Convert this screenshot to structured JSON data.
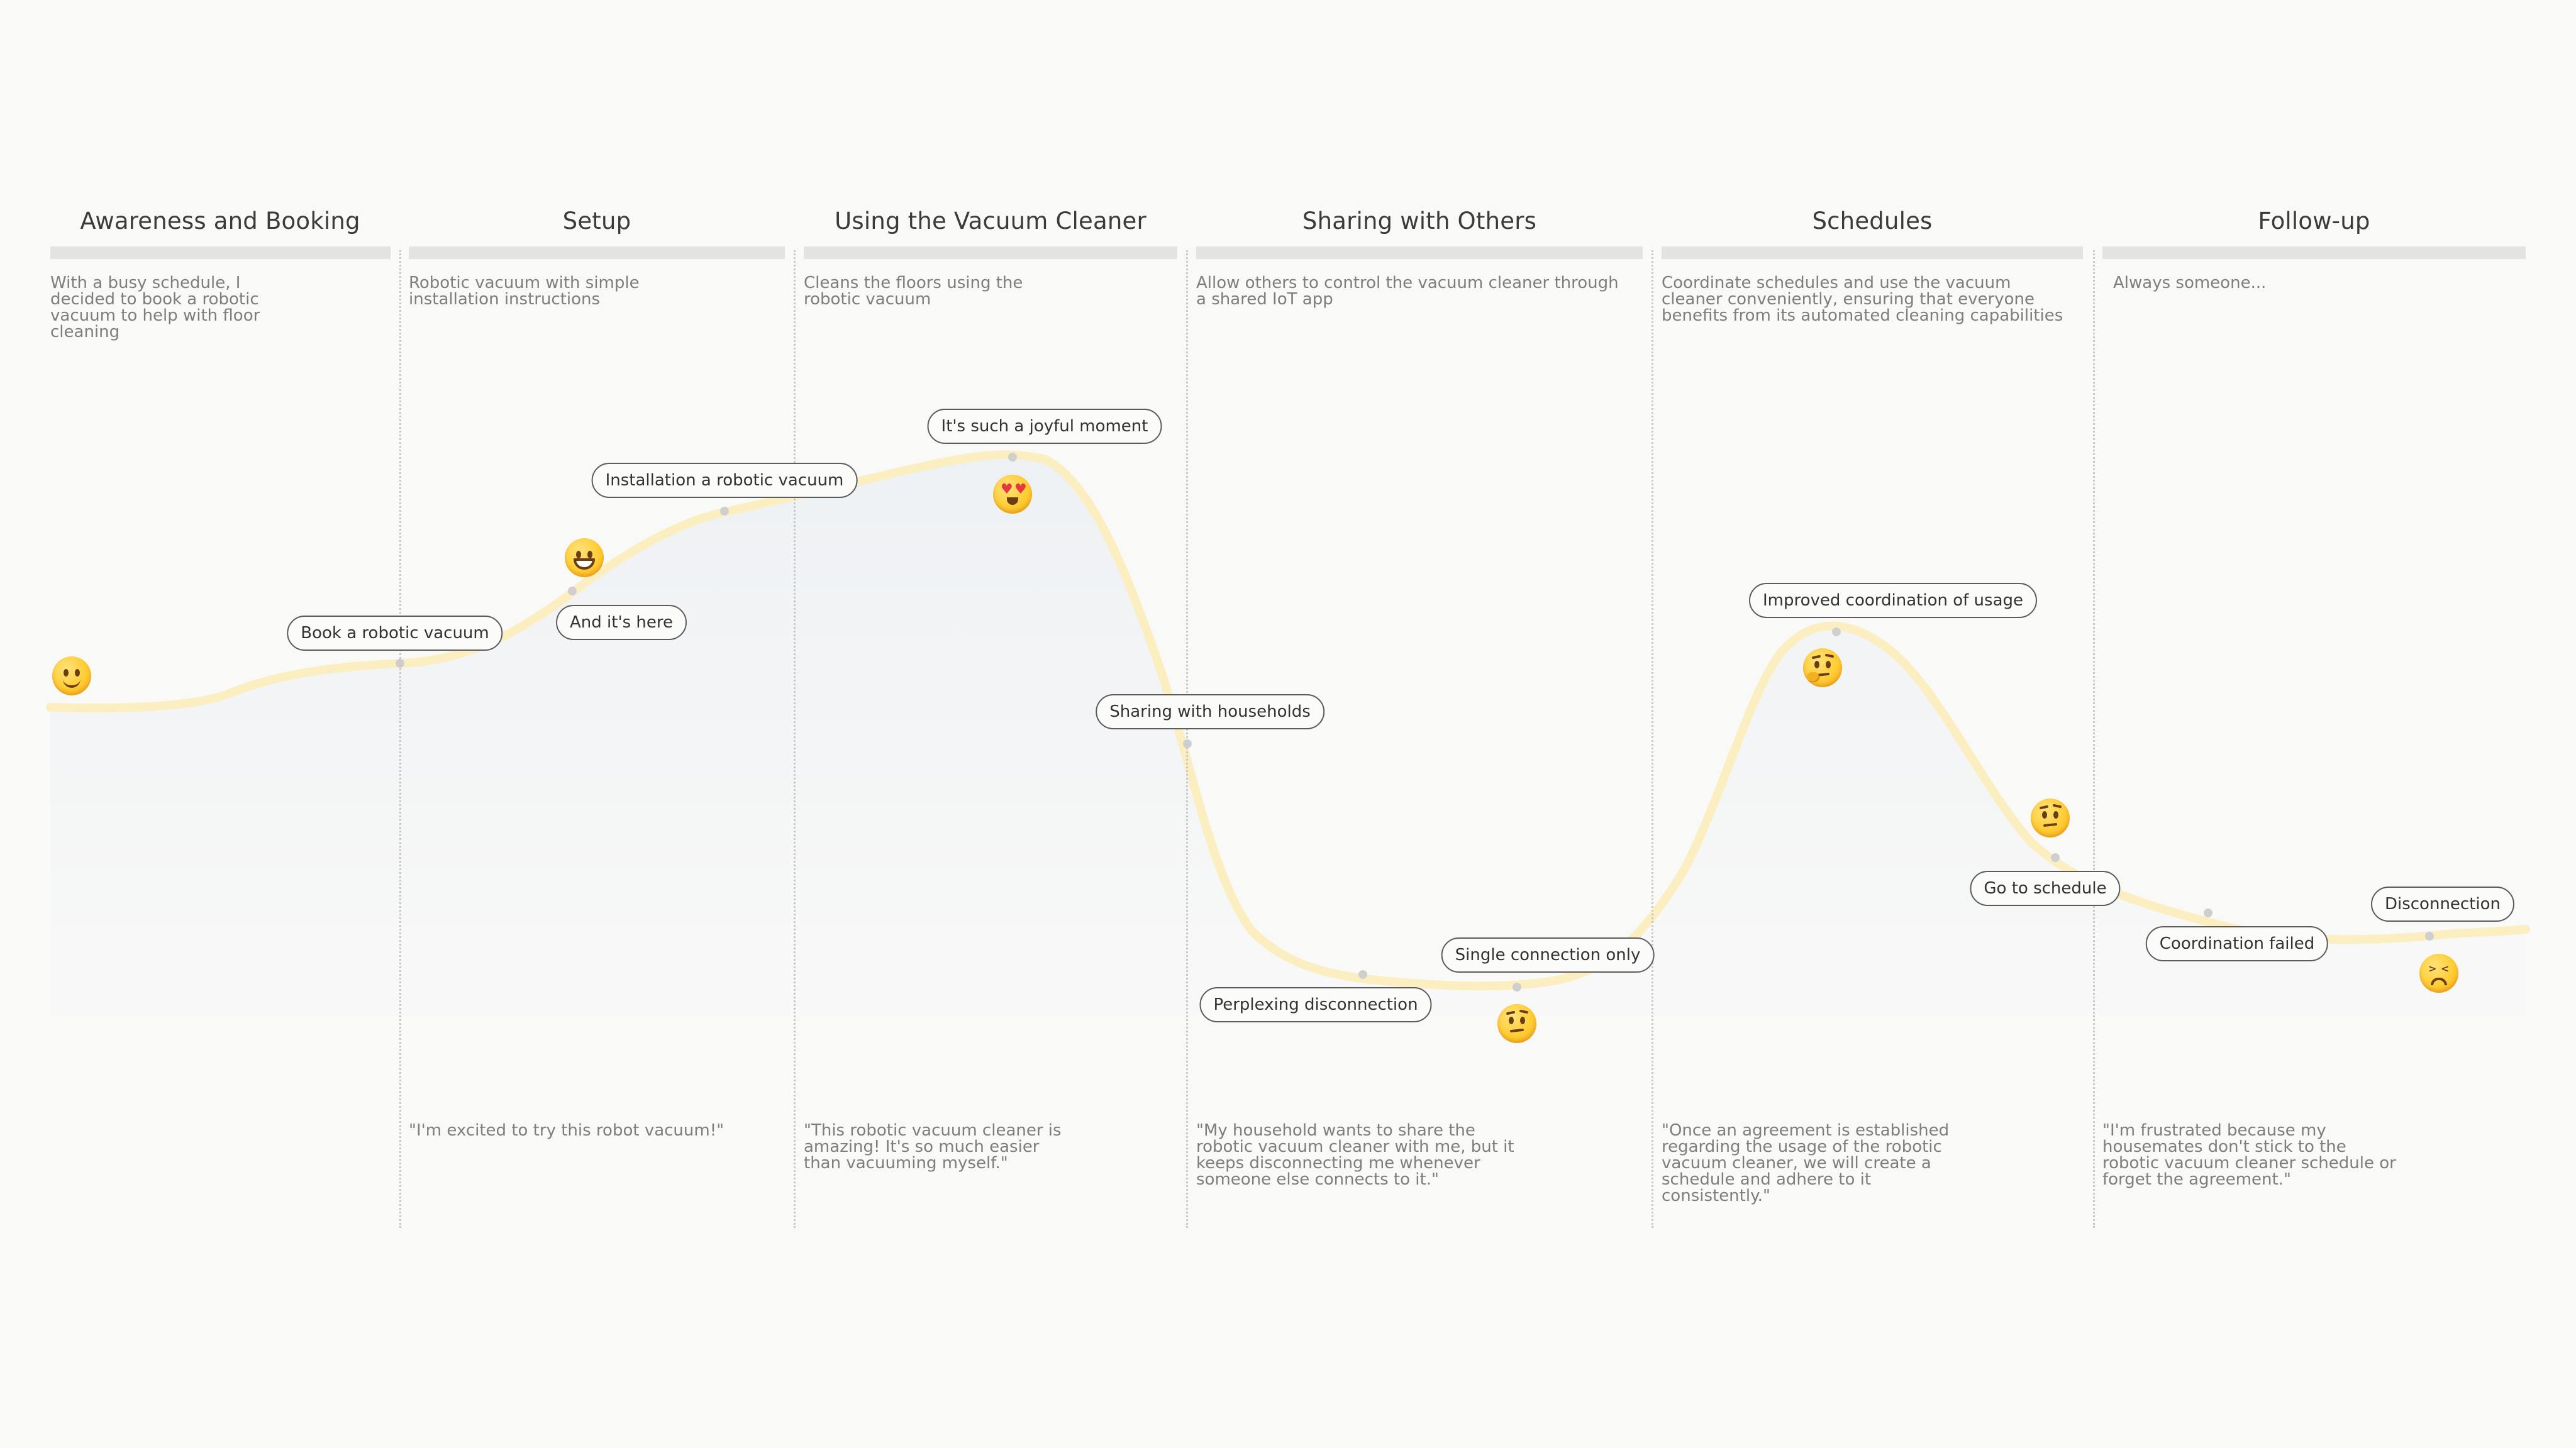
{
  "stages": [
    {
      "title": "Awareness and Booking",
      "description": "With a busy schedule, I decided to book a robotic vacuum to help with floor cleaning",
      "quote": ""
    },
    {
      "title": "Setup",
      "description": "Robotic vacuum with simple installation instructions",
      "quote": "\"I'm excited to try this robot vacuum!\""
    },
    {
      "title": "Using the Vacuum Cleaner",
      "description": "Cleans the floors using the robotic vacuum",
      "quote": "\"This robotic vacuum cleaner is amazing! It's so much easier than vacuuming myself.\""
    },
    {
      "title": "Sharing with Others",
      "description": "Allow others to control the vacuum cleaner through a shared IoT app",
      "quote": "\"My household wants to share the robotic vacuum cleaner with me, but it keeps disconnecting me whenever someone else connects to it.\""
    },
    {
      "title": "Schedules",
      "description": "Coordinate schedules and use the vacuum cleaner conveniently, ensuring that everyone benefits from its automated cleaning capabilities",
      "quote": "\"Once an agreement is established regarding the usage of the robotic vacuum cleaner, we will create a schedule and adhere to it consistently.\""
    },
    {
      "title": "Follow-up",
      "description": "Always someone...",
      "quote": "\"I'm frustrated because my housemates don't stick to the robotic vacuum cleaner schedule or forget the agreement.\""
    }
  ],
  "touchpoints": [
    {
      "label": "Book a robotic vacuum",
      "emotion": "slightly-smiling-face-icon"
    },
    {
      "label": "And it's here",
      "emotion": "grinning-face-icon"
    },
    {
      "label": "Installation a robotic vacuum",
      "emotion": ""
    },
    {
      "label": "It's such a joyful moment",
      "emotion": "heart-eyes-face-icon"
    },
    {
      "label": "Sharing with households",
      "emotion": ""
    },
    {
      "label": "Perplexing disconnection",
      "emotion": ""
    },
    {
      "label": "Single connection only",
      "emotion": "raised-eyebrow-face-icon"
    },
    {
      "label": "Improved coordination of usage",
      "emotion": "thinking-face-icon"
    },
    {
      "label": "Go to schedule",
      "emotion": "raised-eyebrow-face-icon"
    },
    {
      "label": "Coordination failed",
      "emotion": ""
    },
    {
      "label": "Disconnection",
      "emotion": "confounded-face-icon"
    }
  ],
  "colors": {
    "background": "#f9f9f8",
    "curve": "#fbefc2",
    "area_top": "#eef1f4",
    "pill_border": "#5b5b5b",
    "node": "#cfcfcf"
  }
}
